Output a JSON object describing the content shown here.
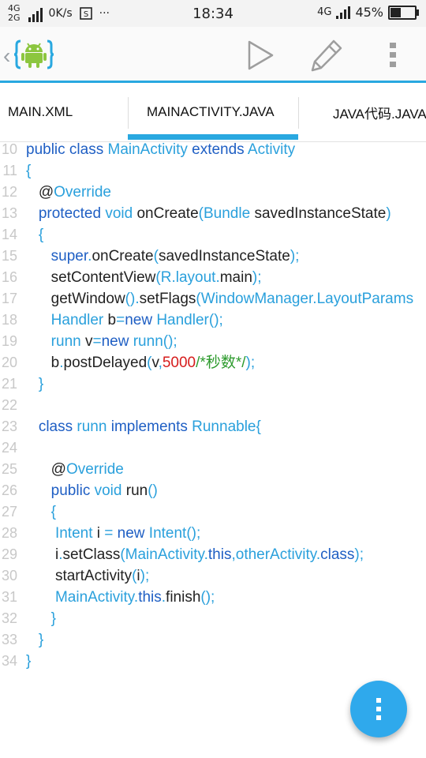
{
  "status_bar": {
    "network_top": "4G",
    "network_bottom": "2G",
    "speed": "0K/s",
    "dots": "···",
    "time": "18:34",
    "network_right": "4G",
    "battery": "45%",
    "battery_level": 0.45
  },
  "toolbar": {
    "back_glyph": "‹",
    "logo_icon": "android-logo-icon",
    "run_icon": "play-icon",
    "edit_icon": "pencil-icon",
    "menu_icon": "more-vertical-icon"
  },
  "tabs": [
    {
      "label": "MAIN.XML",
      "active": false
    },
    {
      "label": "MAINACTIVITY.JAVA",
      "active": true
    },
    {
      "label": "JAVA代码.JAVA",
      "active": false
    }
  ],
  "code": {
    "lines": [
      {
        "n": "10",
        "tokens": [
          [
            "kw",
            "public class "
          ],
          [
            "ty",
            "MainActivity "
          ],
          [
            "kw",
            "extends "
          ],
          [
            "ty",
            "Activity"
          ]
        ]
      },
      {
        "n": "11",
        "tokens": [
          [
            "pn",
            "{"
          ]
        ]
      },
      {
        "n": "12",
        "tokens": [
          [
            "pl",
            "   @"
          ],
          [
            "ty",
            "Override"
          ]
        ]
      },
      {
        "n": "13",
        "tokens": [
          [
            "kw",
            "   protected "
          ],
          [
            "ty",
            "void "
          ],
          [
            "pl",
            "onCreate"
          ],
          [
            "pn",
            "("
          ],
          [
            "ty",
            "Bundle "
          ],
          [
            "pl",
            "savedInstanceState"
          ],
          [
            "pn",
            ")"
          ]
        ]
      },
      {
        "n": "14",
        "tokens": [
          [
            "pn",
            "   {"
          ]
        ]
      },
      {
        "n": "15",
        "tokens": [
          [
            "kw",
            "      super"
          ],
          [
            "pn",
            "."
          ],
          [
            "pl",
            "onCreate"
          ],
          [
            "pn",
            "("
          ],
          [
            "pl",
            "savedInstanceState"
          ],
          [
            "pn",
            ");"
          ]
        ]
      },
      {
        "n": "16",
        "tokens": [
          [
            "pl",
            "      setContentView"
          ],
          [
            "pn",
            "("
          ],
          [
            "ty",
            "R"
          ],
          [
            "pn",
            "."
          ],
          [
            "ty",
            "layout"
          ],
          [
            "pn",
            "."
          ],
          [
            "pl",
            "main"
          ],
          [
            "pn",
            ");"
          ]
        ]
      },
      {
        "n": "17",
        "tokens": [
          [
            "pl",
            "      getWindow"
          ],
          [
            "pn",
            "()."
          ],
          [
            "pl",
            "setFlags"
          ],
          [
            "pn",
            "("
          ],
          [
            "ty",
            "WindowManager"
          ],
          [
            "pn",
            "."
          ],
          [
            "ty",
            "LayoutParams"
          ]
        ]
      },
      {
        "n": "18",
        "tokens": [
          [
            "ty",
            "      Handler "
          ],
          [
            "pl",
            "b"
          ],
          [
            "pn",
            "="
          ],
          [
            "kw",
            "new "
          ],
          [
            "ty",
            "Handler"
          ],
          [
            "pn",
            "();"
          ]
        ]
      },
      {
        "n": "19",
        "tokens": [
          [
            "ty",
            "      runn "
          ],
          [
            "pl",
            "v"
          ],
          [
            "pn",
            "="
          ],
          [
            "kw",
            "new "
          ],
          [
            "ty",
            "runn"
          ],
          [
            "pn",
            "();"
          ]
        ]
      },
      {
        "n": "20",
        "tokens": [
          [
            "pl",
            "      b"
          ],
          [
            "pn",
            "."
          ],
          [
            "pl",
            "postDelayed"
          ],
          [
            "pn",
            "("
          ],
          [
            "pl",
            "v"
          ],
          [
            "pn",
            ","
          ],
          [
            "nm",
            "5000"
          ],
          [
            "cm",
            "/*秒数*/"
          ],
          [
            "pn",
            ");"
          ]
        ]
      },
      {
        "n": "21",
        "tokens": [
          [
            "pn",
            "   }"
          ]
        ]
      },
      {
        "n": "22",
        "tokens": []
      },
      {
        "n": "23",
        "tokens": [
          [
            "kw",
            "   class "
          ],
          [
            "ty",
            "runn "
          ],
          [
            "kw",
            "implements "
          ],
          [
            "ty",
            "Runnable"
          ],
          [
            "pn",
            "{"
          ]
        ]
      },
      {
        "n": "24",
        "tokens": []
      },
      {
        "n": "25",
        "tokens": [
          [
            "pl",
            "      @"
          ],
          [
            "ty",
            "Override"
          ]
        ]
      },
      {
        "n": "26",
        "tokens": [
          [
            "kw",
            "      public "
          ],
          [
            "ty",
            "void "
          ],
          [
            "pl",
            "run"
          ],
          [
            "pn",
            "()"
          ]
        ]
      },
      {
        "n": "27",
        "tokens": [
          [
            "pn",
            "      {"
          ]
        ]
      },
      {
        "n": "28",
        "tokens": [
          [
            "ty",
            "       Intent "
          ],
          [
            "pl",
            "i "
          ],
          [
            "pn",
            "= "
          ],
          [
            "kw",
            "new "
          ],
          [
            "ty",
            "Intent"
          ],
          [
            "pn",
            "();"
          ]
        ]
      },
      {
        "n": "29",
        "tokens": [
          [
            "pl",
            "       i"
          ],
          [
            "pn",
            "."
          ],
          [
            "pl",
            "setClass"
          ],
          [
            "pn",
            "("
          ],
          [
            "ty",
            "MainActivity"
          ],
          [
            "pn",
            "."
          ],
          [
            "kw",
            "this"
          ],
          [
            "pn",
            ","
          ],
          [
            "ty",
            "otherActivity"
          ],
          [
            "pn",
            "."
          ],
          [
            "kw",
            "class"
          ],
          [
            "pn",
            ");"
          ]
        ]
      },
      {
        "n": "30",
        "tokens": [
          [
            "pl",
            "       startActivity"
          ],
          [
            "pn",
            "("
          ],
          [
            "pl",
            "i"
          ],
          [
            "pn",
            ");"
          ]
        ]
      },
      {
        "n": "31",
        "tokens": [
          [
            "ty",
            "       MainActivity"
          ],
          [
            "pn",
            "."
          ],
          [
            "kw",
            "this"
          ],
          [
            "pn",
            "."
          ],
          [
            "pl",
            "finish"
          ],
          [
            "pn",
            "();"
          ]
        ]
      },
      {
        "n": "32",
        "tokens": [
          [
            "pn",
            "      }"
          ]
        ]
      },
      {
        "n": "33",
        "tokens": [
          [
            "pn",
            "   }"
          ]
        ]
      },
      {
        "n": "34",
        "tokens": [
          [
            "pn",
            "}"
          ]
        ]
      }
    ]
  },
  "fab": {
    "icon": "more-vertical-icon"
  },
  "colors": {
    "accent": "#29a8e0",
    "keyword": "#1f5fc4",
    "type": "#2aa0dc",
    "number": "#d61c1c",
    "comment": "#2e9b2e"
  }
}
